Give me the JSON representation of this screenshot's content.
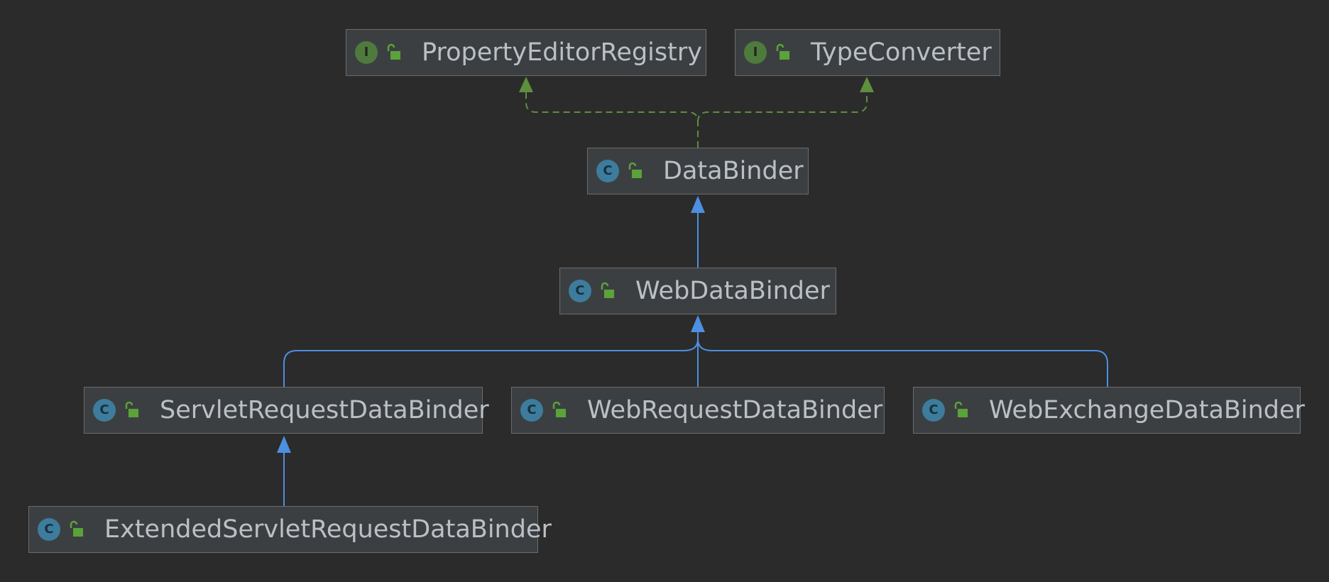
{
  "colors": {
    "background": "#2b2b2b",
    "node_fill": "#3c3f41",
    "node_border": "#6b6b6b",
    "label_text": "#b9c0c7",
    "interface_badge": "#4f7a3e",
    "class_badge": "#3d7c9c",
    "lock_icon": "#5aa33a",
    "implements_edge": "#5e8f3e",
    "extends_edge": "#4d8fe0"
  },
  "nodes": [
    {
      "id": "property-editor-registry",
      "label": "PropertyEditorRegistry",
      "kind": "interface",
      "badge": "I",
      "icon": "interface-icon"
    },
    {
      "id": "type-converter",
      "label": "TypeConverter",
      "kind": "interface",
      "badge": "I",
      "icon": "interface-icon"
    },
    {
      "id": "data-binder",
      "label": "DataBinder",
      "kind": "class",
      "badge": "C",
      "icon": "class-icon"
    },
    {
      "id": "web-data-binder",
      "label": "WebDataBinder",
      "kind": "class",
      "badge": "C",
      "icon": "class-icon"
    },
    {
      "id": "servlet-request-data-binder",
      "label": "ServletRequestDataBinder",
      "kind": "class",
      "badge": "C",
      "icon": "class-icon"
    },
    {
      "id": "web-request-data-binder",
      "label": "WebRequestDataBinder",
      "kind": "class",
      "badge": "C",
      "icon": "class-icon"
    },
    {
      "id": "web-exchange-data-binder",
      "label": "WebExchangeDataBinder",
      "kind": "class",
      "badge": "C",
      "icon": "class-icon"
    },
    {
      "id": "extended-servlet-request-data-binder",
      "label": "ExtendedServletRequestDataBinder",
      "kind": "class",
      "badge": "C",
      "icon": "class-icon"
    }
  ],
  "edges": [
    {
      "from": "data-binder",
      "to": "property-editor-registry",
      "type": "implements"
    },
    {
      "from": "data-binder",
      "to": "type-converter",
      "type": "implements"
    },
    {
      "from": "web-data-binder",
      "to": "data-binder",
      "type": "extends"
    },
    {
      "from": "servlet-request-data-binder",
      "to": "web-data-binder",
      "type": "extends"
    },
    {
      "from": "web-request-data-binder",
      "to": "web-data-binder",
      "type": "extends"
    },
    {
      "from": "web-exchange-data-binder",
      "to": "web-data-binder",
      "type": "extends"
    },
    {
      "from": "extended-servlet-request-data-binder",
      "to": "servlet-request-data-binder",
      "type": "extends"
    }
  ]
}
